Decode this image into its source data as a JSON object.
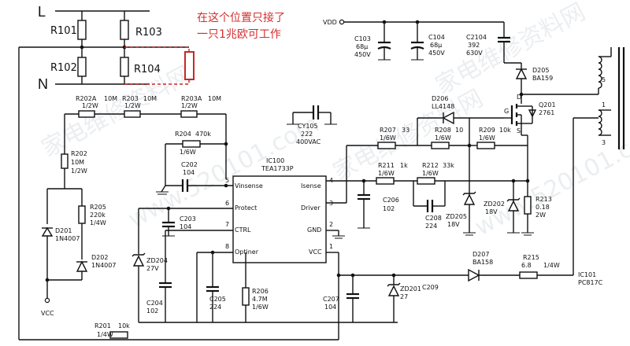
{
  "mains": {
    "L": "L",
    "N": "N"
  },
  "annotation": {
    "line1": "在这个位置只接了",
    "line2": "一只1兆欧可工作"
  },
  "resistors_top": [
    "R101",
    "R103",
    "R102",
    "R104"
  ],
  "ic": {
    "ref": "IC100",
    "part": "TEA1733P",
    "pins": {
      "p1": "1",
      "p2": "2",
      "p3": "3",
      "p4": "4",
      "p5": "5",
      "p6": "6",
      "p7": "7",
      "p8": "8"
    },
    "pin_names": {
      "vinsense": "Vinsense",
      "protect": "Protect",
      "ctrl": "CTRL",
      "optiner": "Optiner",
      "isense": "Isense",
      "driver": "Driver",
      "gnd": "GND",
      "vcc": "VCC"
    }
  },
  "vdd": "VDD",
  "caps_top": {
    "c103": {
      "ref": "C103",
      "v1": "68μ",
      "v2": "450V"
    },
    "c104": {
      "ref": "C104",
      "v1": "68μ",
      "v2": "450V"
    },
    "c2104": {
      "ref": "C2104",
      "v1": "392",
      "v2": "630V"
    }
  },
  "d205": {
    "ref": "D205",
    "part": "BA159"
  },
  "q201": {
    "ref": "Q201",
    "part": "2761",
    "g": "G",
    "d": "D",
    "s": "S"
  },
  "transformer": {
    "p5": "5",
    "p1": "1",
    "p3": "3"
  },
  "cy105": {
    "ref": "CY105",
    "v1": "222",
    "v2": "400VAC"
  },
  "labels": {
    "r202a": {
      "ref": "R202A",
      "v1": "10M",
      "v2": "1/2W"
    },
    "r203": {
      "ref": "R203",
      "v1": "10M",
      "v2": "1/2W"
    },
    "r203a": {
      "ref": "R203A",
      "v1": "10M",
      "v2": "1/2W"
    },
    "r204": {
      "ref": "R204",
      "v1": "470k",
      "v2": "1/6W"
    },
    "c202": {
      "ref": "C202",
      "v1": "104"
    },
    "r202": {
      "ref": "R202",
      "v1": "10M",
      "v2": "1/2W"
    },
    "r205": {
      "ref": "R205",
      "v1": "220k",
      "v2": "1/4W"
    },
    "d201": {
      "ref": "D201",
      "v1": "1N4007"
    },
    "d202": {
      "ref": "D202",
      "v1": "1N4007"
    },
    "vcc": "VCC",
    "r201": {
      "ref": "R201",
      "v1": "10k",
      "v2": "1/4W"
    },
    "c203": {
      "ref": "C203",
      "v1": "104"
    },
    "zd204": {
      "ref": "ZD204",
      "v1": "27V"
    },
    "c204": {
      "ref": "C204",
      "v1": "102"
    },
    "c205": {
      "ref": "C205",
      "v1": "224"
    },
    "r206": {
      "ref": "R206",
      "v1": "4.7M",
      "v2": "1/6W"
    },
    "c207": {
      "ref": "C207",
      "v1": "104"
    },
    "zd201": {
      "ref": "ZD201",
      "v1": "27"
    },
    "c209": {
      "ref": "C209"
    },
    "d207": {
      "ref": "D207",
      "v1": "BA158"
    },
    "r215": {
      "ref": "R215",
      "v1": "6.8",
      "v2": "1/4W"
    },
    "ic101": {
      "ref": "IC101",
      "v1": "PC817C"
    },
    "r207": {
      "ref": "R207",
      "v1": "33",
      "v2": "1/6W"
    },
    "d206": {
      "ref": "D206",
      "v1": "LL4148"
    },
    "r208": {
      "ref": "R208",
      "v1": "10",
      "v2": "1/6W"
    },
    "r209": {
      "ref": "R209",
      "v1": "10k",
      "v2": "1/6W"
    },
    "r211": {
      "ref": "R211",
      "v1": "1k",
      "v2": "1/6W"
    },
    "r212": {
      "ref": "R212",
      "v1": "33k",
      "v2": "1/6W"
    },
    "c206": {
      "ref": "C206",
      "v1": "102"
    },
    "c208": {
      "ref": "C208",
      "v1": "224"
    },
    "zd205": {
      "ref": "ZD205",
      "v1": "18V"
    },
    "zd202": {
      "ref": "ZD202",
      "v1": "18V"
    },
    "r213": {
      "ref": "R213",
      "v1": "0.18",
      "v2": "2W"
    }
  },
  "watermarks": [
    "家电维修资料网",
    "www.520101.com",
    "家电维修资料网",
    "www.520101.com",
    "家电维修资料网"
  ]
}
